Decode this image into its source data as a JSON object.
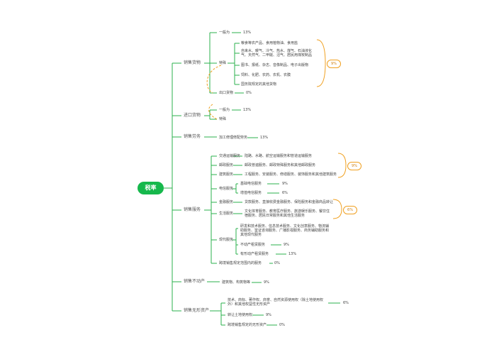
{
  "root": "税率",
  "sections": {
    "goods_sale": {
      "label": "销售货物",
      "general": "一般为",
      "general_rate": "13%",
      "special": "特殊",
      "special_items": [
        "粮食等农产品、食用植物油、食用盐",
        "自来水、暖气、冷气、热水、煤气、石油液化气、天然气、二甲醚、沼气、居民用煤炭制品",
        "图书、报纸、杂志、音像制品、电子出版物",
        "饲料、化肥、农药、农机、农膜",
        "国务院规定的其他货物"
      ],
      "special_rate": "9%",
      "export": "出口货物",
      "export_rate": "0%"
    },
    "goods_import": {
      "label": "进口货物",
      "general": "一般为",
      "general_rate": "13%",
      "special": "特殊"
    },
    "labor_sale": {
      "label": "销售劳务",
      "item": "加工修理修配劳务",
      "rate": "13%"
    },
    "service_sale": {
      "label": "销售服务",
      "group_a": [
        {
          "name": "交通运输服务",
          "desc": "陆路、水路、航空运输服务和管道运输服务"
        },
        {
          "name": "邮政服务",
          "desc": "邮政普遍服务、邮政特殊服务和其他邮政服务"
        },
        {
          "name": "建筑服务",
          "desc": "工程服务、安装服务、修缮服务、装饰服务和其他建筑服务"
        }
      ],
      "group_a_rate": "9%",
      "telecom": "电信服务",
      "telecom_basic": "基础电信服务",
      "telecom_basic_rate": "9%",
      "telecom_value": "增值电信服务",
      "telecom_value_rate": "6%",
      "group_b": [
        {
          "name": "金融服务",
          "desc": "贷款服务、直接收费金融服务、保险服务和金融商品转让"
        },
        {
          "name": "生活服务",
          "desc": "文化体育服务、教育医疗服务、旅游娱乐服务、餐饮住宿服务、居民日常服务和其他生活服务"
        }
      ],
      "group_b_rate": "6%",
      "modern": "现代服务",
      "modern_general": "研发和技术服务、信息技术服务、文化创意服务、物流辅助服务、鉴证咨询服务、广播影视服务、商务辅助服务和其他现代服务",
      "modern_lease_movable": "不动产租赁服务",
      "modern_lease_movable_rate": "9%",
      "modern_lease_tangible": "有形动产租赁服务",
      "modern_lease_tangible_rate": "13%",
      "cross_border": "跨境销售规定范围内的服务",
      "cross_border_rate": "0%"
    },
    "real_estate": {
      "label": "销售不动产",
      "item": "建筑物、构筑物等",
      "rate": "9%"
    },
    "intangible": {
      "label": "销售无形资产",
      "general": "技术、商标、著作权、商誉、自然资源使用权（除土地使用权外）和其他权益性无形资产",
      "general_rate": "6%",
      "land": "转让土地使用权",
      "land_rate": "9%",
      "cross_border": "跨境销售规定的无形资产",
      "cross_border_rate": "0%"
    }
  },
  "colors": {
    "line": "#2bb24c",
    "bracket": "#f0a020",
    "root": "#16b84c"
  }
}
